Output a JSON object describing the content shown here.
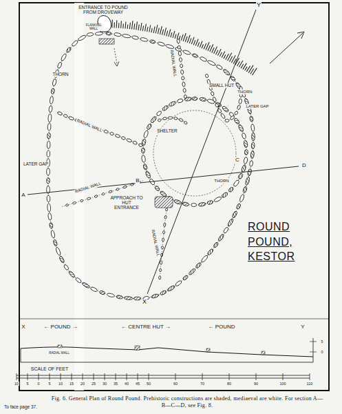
{
  "diagram": {
    "title": "ROUND POUND, KESTOR",
    "caption": "Fig. 6. General Plan of Round Pound. Prehistoric constructions are shaded, mediaeval are white. For section A—B—C—D, see Fig. 8.",
    "labels": [
      "ENTRANCE TO POUND FROM DROVEWAY",
      "FLANKING WALL",
      "THORN",
      "RADIAL WALL",
      "LATER GAP",
      "RADIAL WALL",
      "RADIAL WALL",
      "SMALL HUT",
      "THORN",
      "LATER GAP",
      "SHELTER",
      "THORN",
      "APPROACH TO HUT ENTRANCE",
      "RADIAL WALL",
      "A",
      "B",
      "C",
      "D",
      "Y",
      "X",
      "X",
      "← POUND →",
      "← CENTRE HUT →",
      "← POUND",
      "Y",
      "RADIAL WALL",
      "SCALE OF FEET",
      "10",
      "5",
      "0",
      "5",
      "10",
      "15",
      "20",
      "25",
      "30",
      "35",
      "40",
      "45",
      "50",
      "60",
      "70",
      "80",
      "90",
      "100",
      "110",
      "5",
      "0",
      "To face page 37."
    ]
  }
}
